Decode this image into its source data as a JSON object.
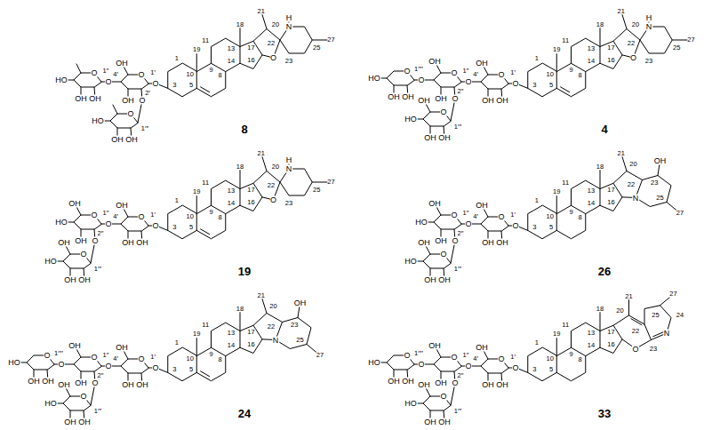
{
  "diagram": {
    "labels": [
      "1",
      "3",
      "5",
      "8",
      "9",
      "10",
      "11",
      "13",
      "14",
      "16",
      "17",
      "18",
      "19",
      "O",
      "20",
      "21",
      "22",
      "O",
      "23",
      "N",
      "H",
      "25",
      "27",
      "O",
      "OH",
      "O",
      "OH",
      "O",
      "1′",
      "4′",
      "2′",
      "O",
      "HO",
      "OH",
      "OH",
      "1′′",
      "O",
      "HO",
      "OH",
      "OH",
      "1′′′",
      "8",
      "1",
      "3",
      "5",
      "8",
      "9",
      "10",
      "11",
      "13",
      "14",
      "16",
      "17",
      "18",
      "19",
      "O",
      "20",
      "21",
      "22",
      "O",
      "23",
      "N",
      "H",
      "25",
      "27",
      "O",
      "OH",
      "O",
      "OH",
      "OH",
      "1′",
      "4′",
      "O",
      "OH",
      "O",
      "OH",
      "O",
      "1′′",
      "2′′",
      "O",
      "HO",
      "OH",
      "OH",
      "1′′′′",
      "O",
      "OH",
      "HO",
      "OH",
      "OH",
      "1′′′",
      "4",
      "1",
      "3",
      "5",
      "8",
      "9",
      "10",
      "11",
      "13",
      "14",
      "16",
      "17",
      "18",
      "19",
      "O",
      "20",
      "21",
      "22",
      "O",
      "23",
      "N",
      "H",
      "25",
      "27",
      "O",
      "OH",
      "O",
      "OH",
      "OH",
      "1′",
      "4′",
      "O",
      "OH",
      "HO",
      "OH",
      "O",
      "1′′",
      "2′′",
      "O",
      "OH",
      "HO",
      "OH",
      "OH",
      "1′′′",
      "19",
      "1",
      "3",
      "5",
      "8",
      "9",
      "10",
      "11",
      "13",
      "14",
      "16",
      "17",
      "18",
      "19",
      "O",
      "20",
      "21",
      "22",
      "N",
      "23",
      "25",
      "OH",
      "27",
      "O",
      "OH",
      "O",
      "OH",
      "OH",
      "1′",
      "4′",
      "O",
      "OH",
      "HO",
      "OH",
      "O",
      "1′′",
      "2′′",
      "O",
      "OH",
      "HO",
      "OH",
      "OH",
      "1′′′",
      "26",
      "1",
      "3",
      "5",
      "8",
      "9",
      "10",
      "11",
      "13",
      "14",
      "16",
      "17",
      "18",
      "19",
      "O",
      "20",
      "21",
      "22",
      "N",
      "23",
      "25",
      "OH",
      "27",
      "O",
      "OH",
      "O",
      "OH",
      "OH",
      "1′",
      "4′",
      "O",
      "OH",
      "O",
      "OH",
      "O",
      "1′′",
      "2′′",
      "O",
      "HO",
      "OH",
      "OH",
      "1′′′′",
      "O",
      "OH",
      "HO",
      "OH",
      "OH",
      "1′′′",
      "24",
      "1",
      "3",
      "5",
      "8",
      "9",
      "10",
      "11",
      "13",
      "14",
      "16",
      "17",
      "18",
      "19",
      "O",
      "20",
      "21",
      "22",
      "O",
      "23",
      "N",
      "24",
      "25",
      "27",
      "O",
      "OH",
      "O",
      "OH",
      "OH",
      "1′",
      "4′",
      "O",
      "OH",
      "O",
      "OH",
      "O",
      "1′′",
      "2′′",
      "O",
      "HO",
      "OH",
      "OH",
      "1′′′′",
      "O",
      "OH",
      "HO",
      "OH",
      "OH",
      "1′′′",
      "33"
    ]
  }
}
